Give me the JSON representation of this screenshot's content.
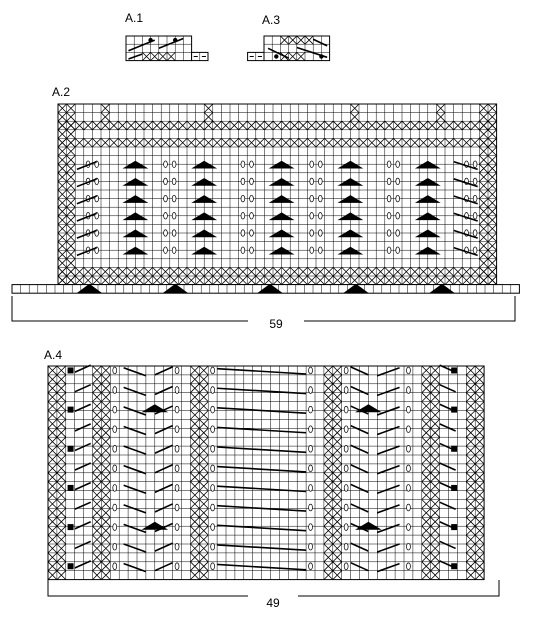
{
  "charts": [
    {
      "label": "A.1"
    },
    {
      "label": "A.3"
    },
    {
      "label": "A.2",
      "width_label": "59",
      "stitches": 59
    },
    {
      "label": "A.4",
      "width_label": "49",
      "stitches": 49
    }
  ]
}
